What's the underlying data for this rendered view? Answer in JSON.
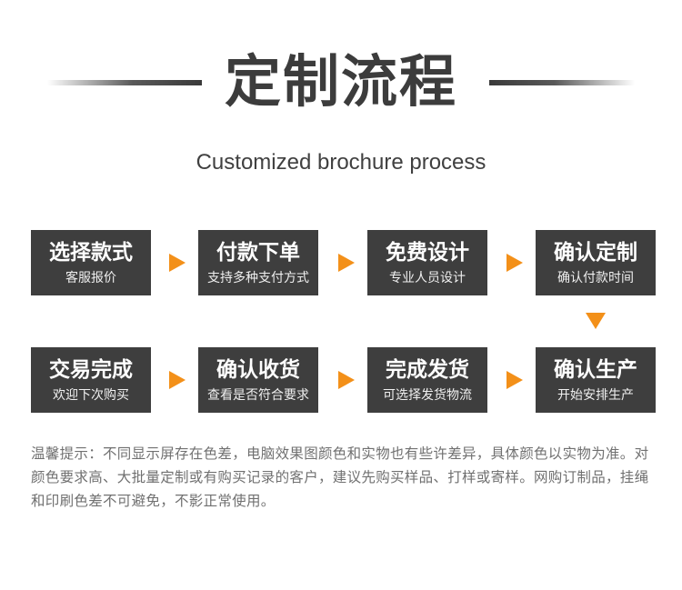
{
  "header": {
    "title": "定制流程",
    "subtitle": "Customized brochure process"
  },
  "steps": [
    {
      "title": "选择款式",
      "sub": "客服报价"
    },
    {
      "title": "付款下单",
      "sub": "支持多种支付方式"
    },
    {
      "title": "免费设计",
      "sub": "专业人员设计"
    },
    {
      "title": "确认定制",
      "sub": "确认付款时间"
    },
    {
      "title": "交易完成",
      "sub": "欢迎下次购买"
    },
    {
      "title": "确认收货",
      "sub": "查看是否符合要求"
    },
    {
      "title": "完成发货",
      "sub": "可选择发货物流"
    },
    {
      "title": "确认生产",
      "sub": "开始安排生产"
    }
  ],
  "note": "温馨提示：不同显示屏存在色差，电脑效果图颜色和实物也有些许差异，具体颜色以实物为准。对颜色要求高、大批量定制或有购买记录的客户，建议先购买样品、打样或寄样。网购订制品，挂绳和印刷色差不可避免，不影正常使用。",
  "colors": {
    "box": "#3e3e3e",
    "arrow": "#f39019",
    "title": "#3c3c3c"
  }
}
